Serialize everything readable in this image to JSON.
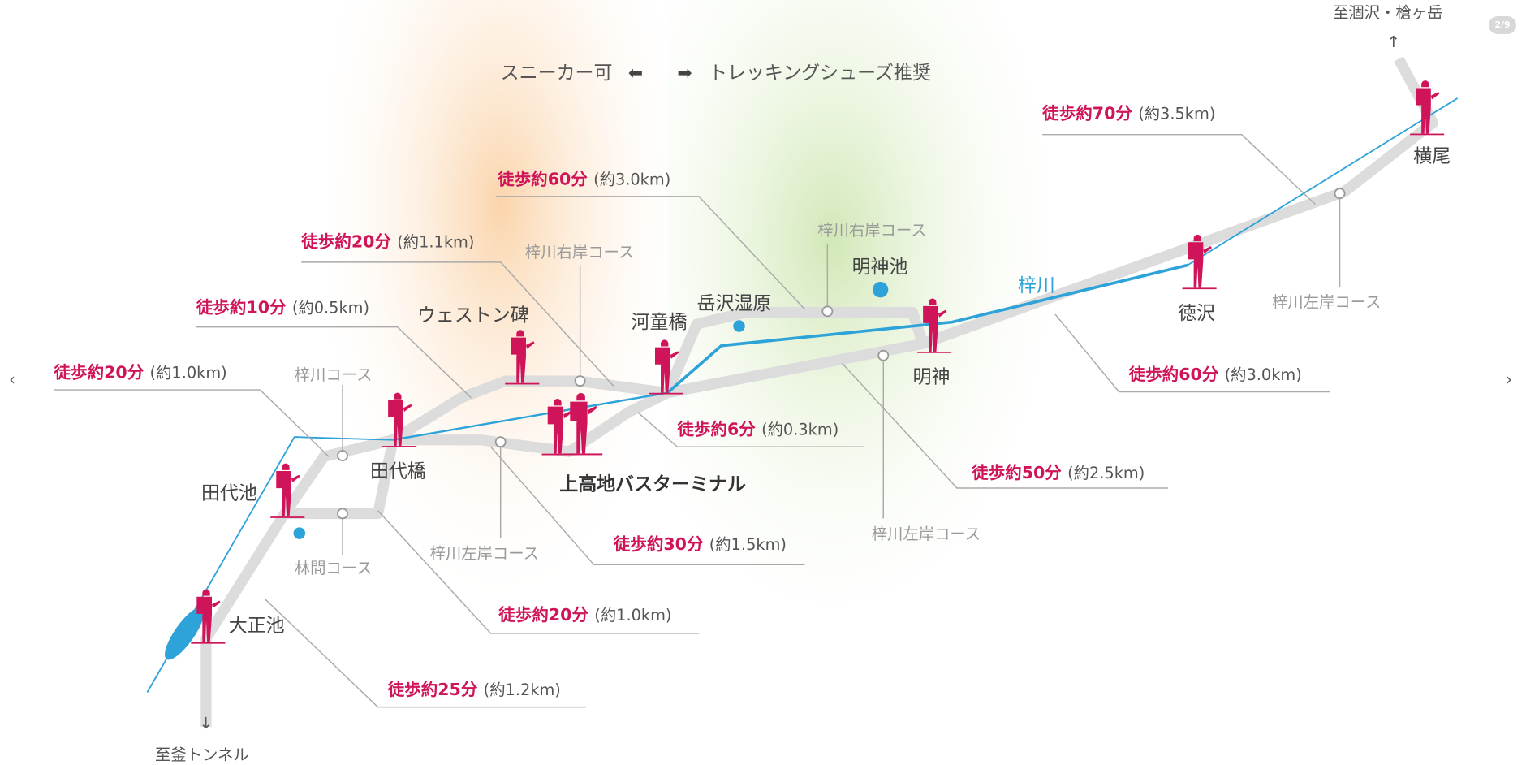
{
  "header": {
    "sneaker_ok": "スニーカー可",
    "trekking": "トレッキングシューズ推奨",
    "arrow_left": "⬅",
    "arrow_right": "➡"
  },
  "directions": {
    "north": "至涸沢・槍ヶ岳",
    "north_arrow": "↑",
    "south": "至釜トンネル",
    "south_arrow": "↓"
  },
  "pager": {
    "label": "2/9",
    "prev": "‹",
    "next": "›"
  },
  "places": {
    "taisho": "大正池",
    "tashiro_pond": "田代池",
    "tashiro_bridge": "田代橋",
    "weston": "ウェストン碑",
    "bus": "上高地バスターミナル",
    "kappa": "河童橋",
    "dakesawa": "岳沢湿原",
    "myojin_pond": "明神池",
    "myojin": "明神",
    "tokusawa": "徳沢",
    "yokoo": "横尾",
    "river": "梓川"
  },
  "courses": {
    "azusa": "梓川コース",
    "rinkan": "林間コース",
    "left_bank": "梓川左岸コース",
    "right_bank": "梓川右岸コース"
  },
  "segments": [
    {
      "time": "徒歩約20分",
      "dist": "(約1.0km)"
    },
    {
      "time": "徒歩約10分",
      "dist": "(約0.5km)"
    },
    {
      "time": "徒歩約20分",
      "dist": "(約1.1km)"
    },
    {
      "time": "徒歩約60分",
      "dist": "(約3.0km)"
    },
    {
      "time": "徒歩約70分",
      "dist": "(約3.5km)"
    },
    {
      "time": "徒歩約60分",
      "dist": "(約3.0km)"
    },
    {
      "time": "徒歩約50分",
      "dist": "(約2.5km)"
    },
    {
      "time": "徒歩約6分",
      "dist": "(約0.3km)"
    },
    {
      "time": "徒歩約30分",
      "dist": "(約1.5km)"
    },
    {
      "time": "徒歩約20分",
      "dist": "(約1.0km)"
    },
    {
      "time": "徒歩約25分",
      "dist": "(約1.2km)"
    }
  ],
  "colors": {
    "accent": "#d0145a",
    "river": "#2da3d9",
    "trail": "#dcdcdc"
  }
}
